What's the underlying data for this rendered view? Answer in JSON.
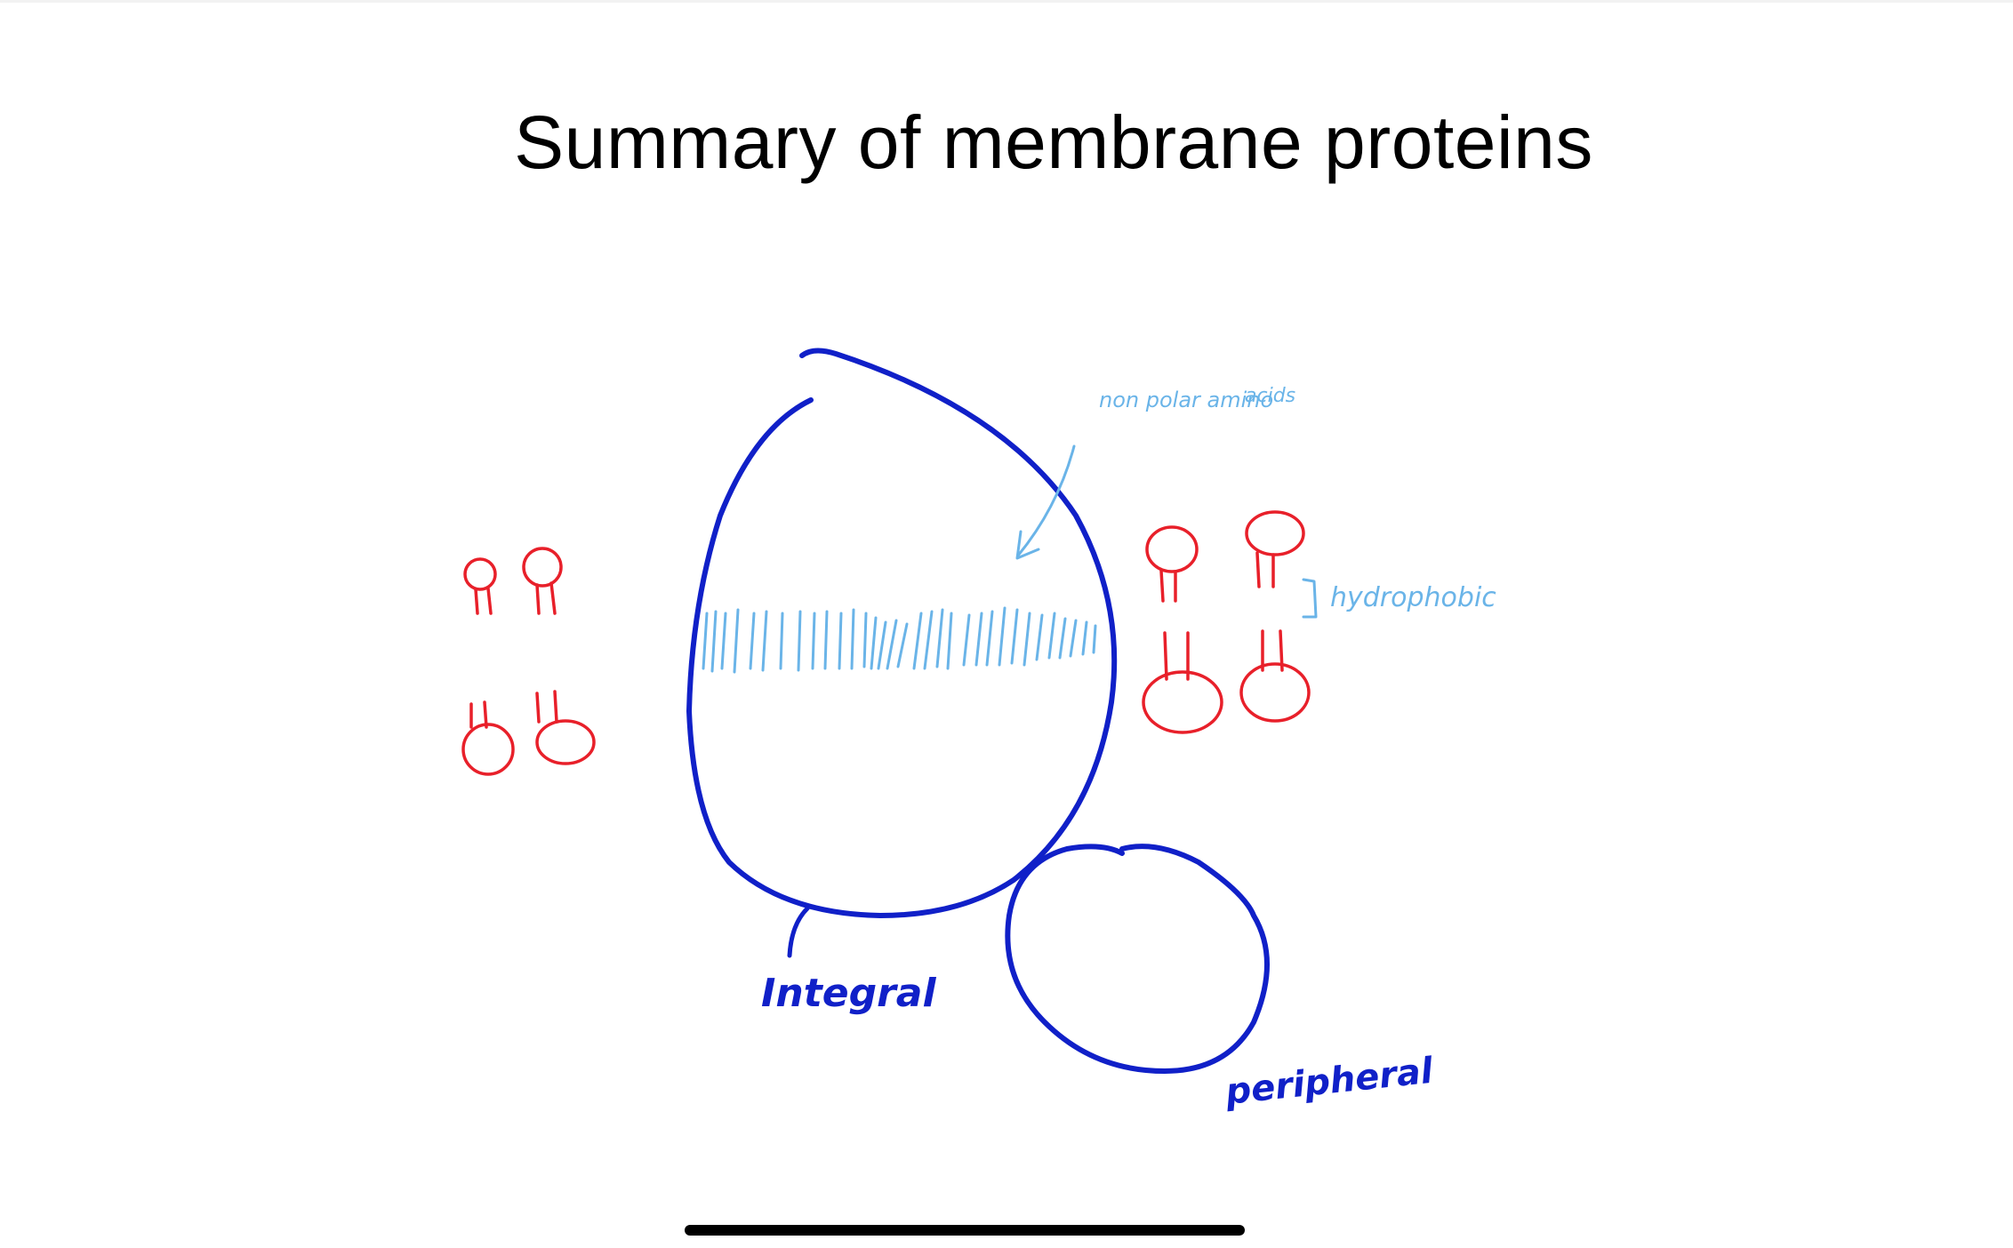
{
  "slide": {
    "title": "Summary of membrane proteins"
  },
  "annotations": {
    "nonpolar_line1": "non polar amino",
    "nonpolar_line2": "acids",
    "hydrophobic": "hydrophobic",
    "integral": "Integral",
    "peripheral": "peripheral"
  },
  "colors": {
    "protein_outline": "#1020c8",
    "phospholipid": "#e8202a",
    "annotation": "#6ab4e8",
    "title": "#000000",
    "home_indicator": "#000000"
  }
}
